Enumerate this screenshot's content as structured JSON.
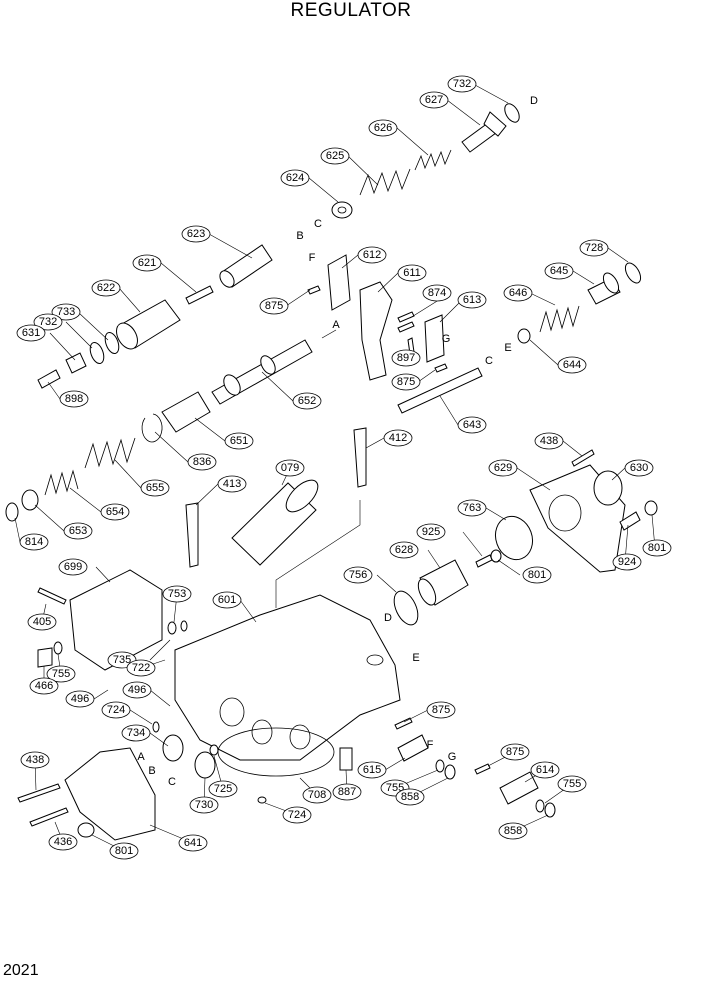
{
  "title": "REGULATOR",
  "page_number": "2021",
  "callouts": [
    "732",
    "627",
    "626",
    "625",
    "624",
    "623",
    "621",
    "622",
    "733",
    "732",
    "631",
    "898",
    "612",
    "611",
    "874",
    "613",
    "875",
    "897",
    "875",
    "646",
    "645",
    "728",
    "644",
    "652",
    "643",
    "651",
    "836",
    "655",
    "654",
    "653",
    "814",
    "412",
    "438",
    "629",
    "630",
    "079",
    "413",
    "763",
    "925",
    "628",
    "801",
    "924",
    "801",
    "756",
    "699",
    "753",
    "601",
    "405",
    "755",
    "466",
    "735",
    "722",
    "496",
    "496",
    "724",
    "734",
    "875",
    "438",
    "615",
    "755",
    "858",
    "875",
    "614",
    "755",
    "730",
    "725",
    "708",
    "887",
    "724",
    "436",
    "801",
    "641",
    "858"
  ],
  "letters": [
    "D",
    "C",
    "B",
    "F",
    "A",
    "G",
    "E",
    "C",
    "D",
    "E",
    "A",
    "B",
    "C",
    "F",
    "G"
  ]
}
